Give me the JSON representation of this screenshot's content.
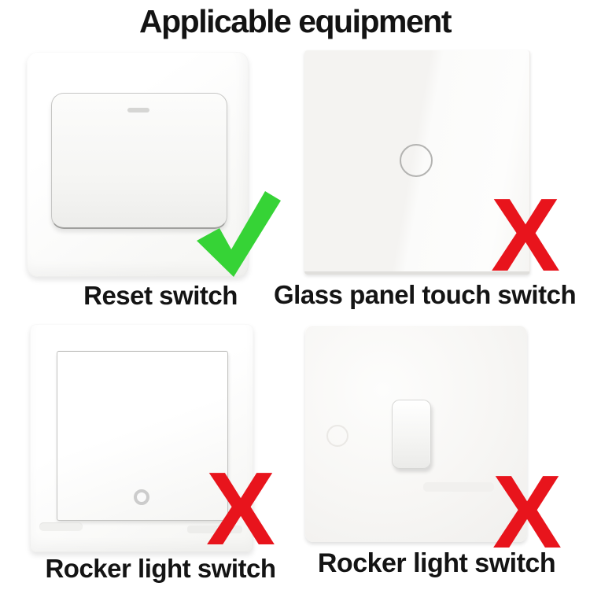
{
  "title": "Applicable equipment",
  "marks": {
    "cross": "X",
    "check_icon": "green-checkmark"
  },
  "colors": {
    "check_green": "#36d336",
    "cross_red": "#e8141c",
    "text": "#141414",
    "background": "#ffffff"
  },
  "items": [
    {
      "name": "reset-switch",
      "label": "Reset switch",
      "verdict": "applicable",
      "mark": "green-check"
    },
    {
      "name": "glass-panel-touch-switch",
      "label": "Glass panel touch switch",
      "verdict": "not-applicable",
      "mark": "red-cross"
    },
    {
      "name": "rocker-light-switch-left",
      "label": "Rocker light switch",
      "verdict": "not-applicable",
      "mark": "red-cross"
    },
    {
      "name": "rocker-light-switch-right",
      "label": "Rocker light switch",
      "verdict": "not-applicable",
      "mark": "red-cross"
    }
  ]
}
